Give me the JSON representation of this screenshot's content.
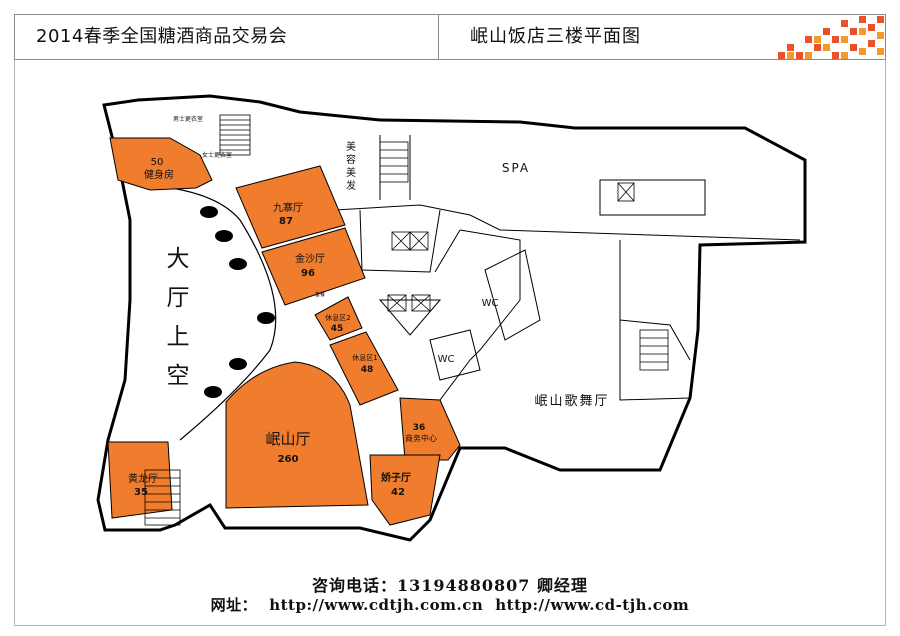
{
  "header": {
    "event_title": "2014春季全国糖酒商品交易会",
    "floor_title": "岷山饭店三楼平面图"
  },
  "colors": {
    "hall_fill": "#f07d2d",
    "wall": "#000000",
    "deco": [
      "#e8532b",
      "#f39a2c"
    ]
  },
  "map": {
    "atrium": [
      "大",
      "厅",
      "上",
      "空"
    ],
    "rooms": {
      "gym": {
        "number": "50",
        "name": "健身房"
      },
      "jiuzhai": {
        "name": "九寨厅",
        "number": "87"
      },
      "jinsha": {
        "name": "金沙厅",
        "number": "96"
      },
      "lounge2": {
        "name": "休息区2",
        "number": "45"
      },
      "lounge1": {
        "name": "休息区1",
        "number": "48"
      },
      "minshan": {
        "name": "岷山厅",
        "number": "260"
      },
      "huanglong": {
        "name": "黄龙厅",
        "number": "35"
      },
      "business": {
        "number": "36",
        "name": "商务中心"
      },
      "jiaozi": {
        "name": "娇子厅",
        "number": "42"
      }
    },
    "labels": {
      "male_locker": "男士更衣室",
      "female_locker": "女士更衣室",
      "beauty": [
        "美",
        "容",
        "美",
        "发"
      ],
      "spa": "SPA",
      "wc1": "WC",
      "wc2": "WC",
      "ballroom": "岷山歌舞厅",
      "kitchen": "备餐"
    }
  },
  "footer": {
    "contact": "咨询电话：13194880807  卿经理",
    "website_label": "网址：",
    "website1": "http://www.cdtjh.com.cn",
    "website2": "http://www.cd-tjh.com"
  }
}
